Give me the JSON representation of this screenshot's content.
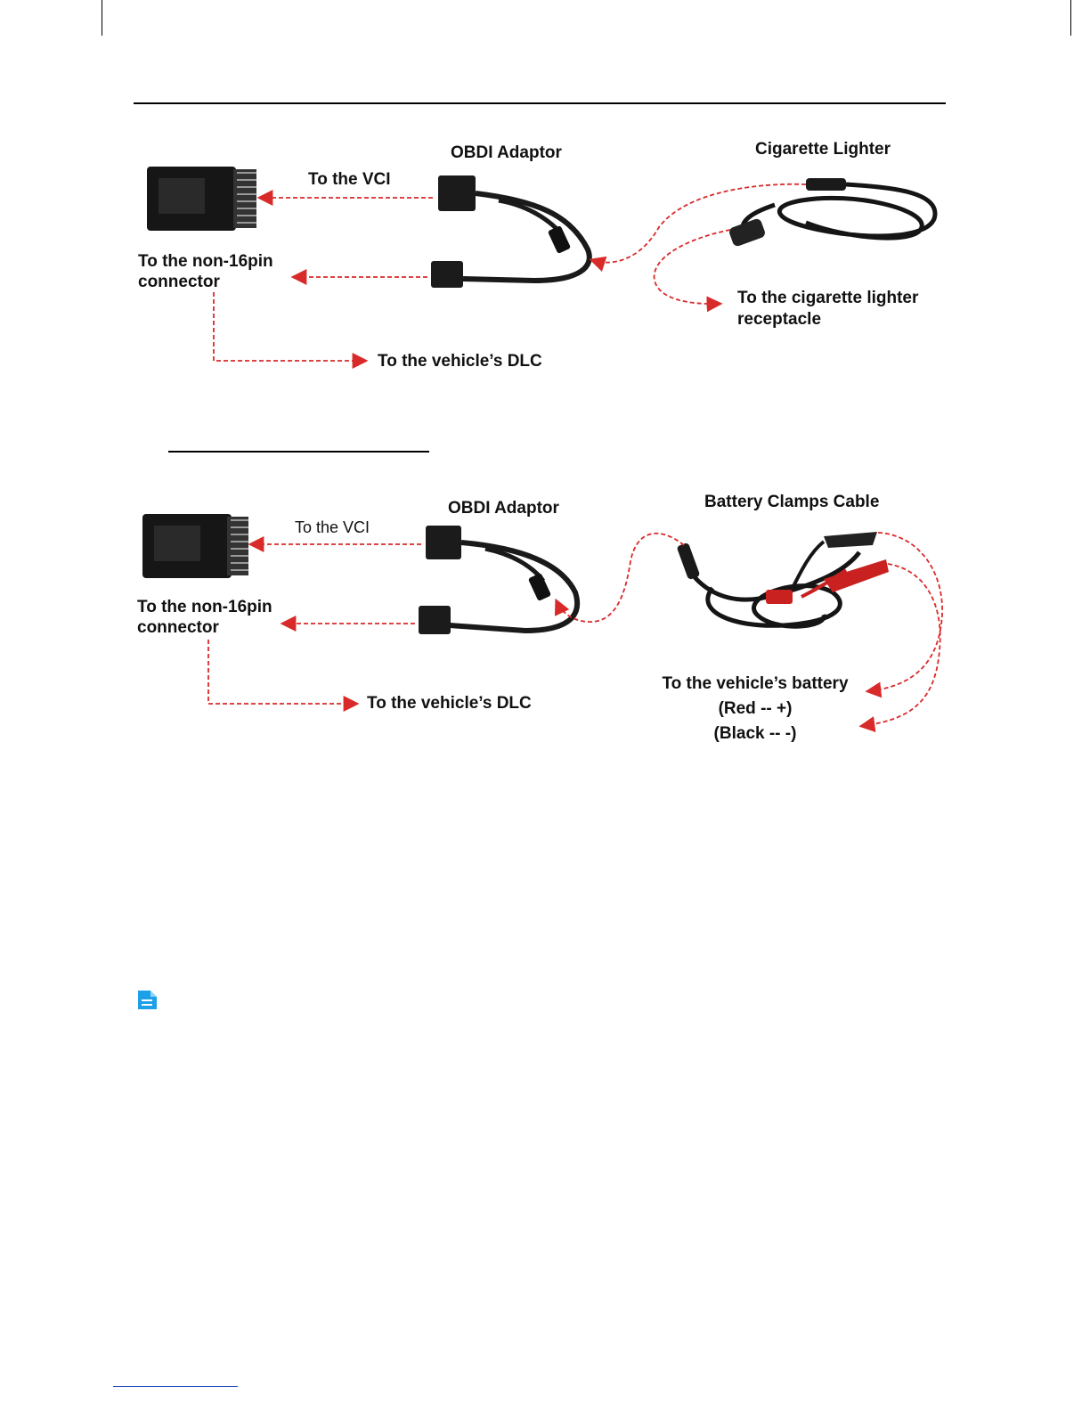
{
  "diagram1": {
    "adaptor_title": "OBDI Adaptor",
    "power_title": "Cigarette Lighter",
    "to_vci": "To the VCI",
    "non16_line1": "To the non-16pin",
    "non16_line2": "connector",
    "to_dlc": "To the vehicle’s DLC",
    "receptacle_line1": "To the cigarette lighter",
    "receptacle_line2": "receptacle"
  },
  "diagram2": {
    "adaptor_title": "OBDI Adaptor",
    "power_title": "Battery Clamps Cable",
    "to_vci": "To the VCI",
    "non16_line1": "To the non-16pin",
    "non16_line2": "connector",
    "to_dlc": "To the vehicle’s DLC",
    "battery_line1": "To the vehicle’s battery",
    "battery_line2": "(Red -- +)",
    "battery_line3": "(Black -- -)"
  },
  "colors": {
    "arrow": "#d92a2a",
    "cable": "#1a1a1a",
    "note_icon": "#1ea0e8",
    "link_underline": "#2b4fbf"
  },
  "icons": {
    "note": "note-document-icon"
  }
}
